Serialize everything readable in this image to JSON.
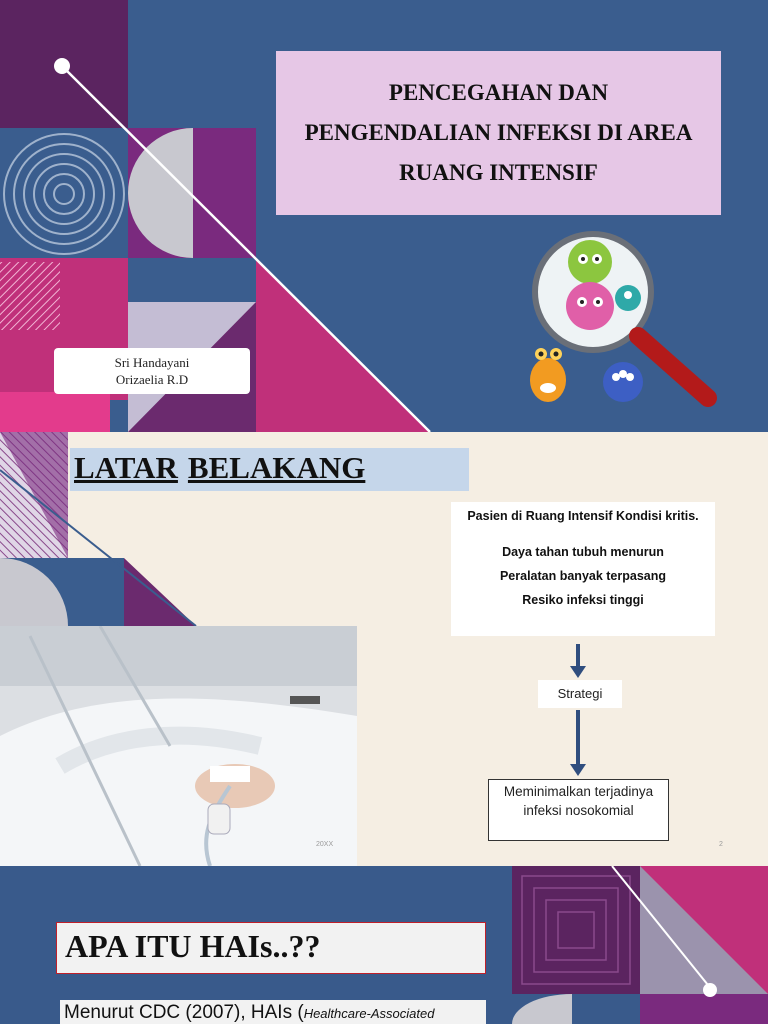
{
  "slide1": {
    "title_lines": [
      "PENCEGAHAN DAN",
      "PENGENDALIAN INFEKSI DI AREA",
      "RUANG INTENSIF"
    ],
    "authors": [
      "Sri Handayani",
      "Orizaelia R.D"
    ]
  },
  "slide2": {
    "heading_word1": "LATAR",
    "heading_word2": "BELAKANG",
    "info_lines": [
      "Pasien di Ruang Intensif Kondisi kritis.",
      "Daya tahan tubuh menurun",
      "Peralatan banyak terpasang",
      "Resiko infeksi tinggi"
    ],
    "strategy_label": "Strategi",
    "result_text": "Meminimalkan terjadinya infeksi nosokomial",
    "footer_date": "20XX",
    "page_number": "2"
  },
  "slide3": {
    "heading": "APA ITU HAIs..??",
    "text_main": "Menurut CDC (2007), HAIs (",
    "text_italic": "Healthcare-Associated"
  },
  "colors": {
    "slide1_bg": "#3a5d8e",
    "title_box": "#e6c7e6",
    "slide2_bg": "#f5eee3",
    "heading_box": "#c5d6ea",
    "arrow": "#2f4d7e",
    "magenta": "#c0307a",
    "purple": "#6b2a6e"
  }
}
